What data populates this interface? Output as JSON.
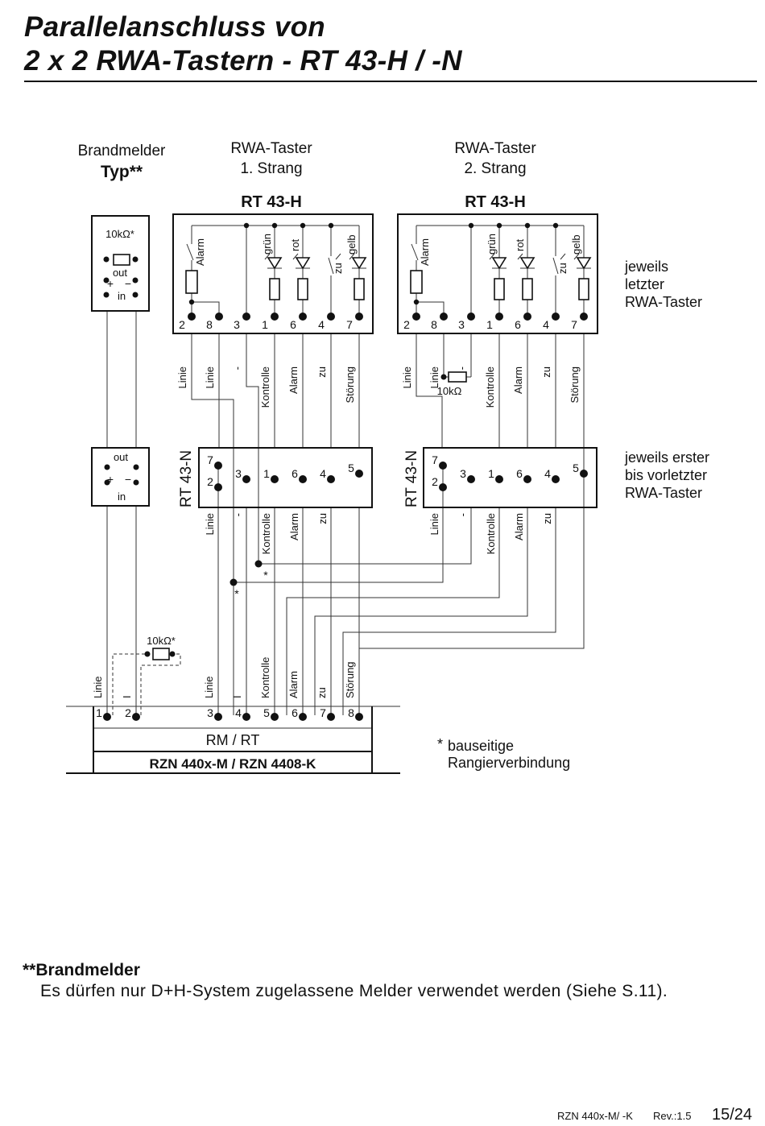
{
  "title": {
    "line1": "Parallelanschluss von",
    "line2": "2 x 2 RWA-Tastern - RT 43-H / -N"
  },
  "headers": {
    "detector": "Brandmelder",
    "detector_type": "Typ**",
    "strand1": "RWA-Taster",
    "strand1_sub": "1. Strang",
    "strand2": "RWA-Taster",
    "strand2_sub": "2. Strang",
    "model_h": "RT 43-H",
    "model_n": "RT 43-N"
  },
  "side_notes": {
    "last_1": "jeweils",
    "last_2": "letzter",
    "last_3": "RWA-Taster",
    "first_1": "jeweils erster",
    "first_2": "bis vorletzter",
    "first_3": "RWA-Taster"
  },
  "rt43h": {
    "terminals": [
      "2",
      "8",
      "3",
      "1",
      "6",
      "4",
      "7"
    ],
    "component_labels": [
      "Alarm",
      "grün",
      "rot",
      "zu",
      "gelb"
    ],
    "wire_labels": [
      "Linie",
      "Linie",
      "-",
      "Kontrolle",
      "Alarm",
      "zu",
      "Störung"
    ]
  },
  "rt43n": {
    "terminals": [
      "7",
      "2",
      "3",
      "1",
      "6",
      "4",
      "5"
    ],
    "wire_labels": [
      "Linie",
      "-",
      "Kontrolle",
      "Alarm",
      "zu"
    ]
  },
  "detector": {
    "resistor": "10kΩ*",
    "out": "out",
    "plus": "+",
    "minus": "−",
    "in": "in"
  },
  "resistor_10k": "10kΩ",
  "resistor_10k_star": "10kΩ*",
  "mark_star": "*",
  "controller": {
    "terminals": [
      "1",
      "2",
      "3",
      "4",
      "5",
      "6",
      "7",
      "8"
    ],
    "wire_labels": [
      "Linie",
      "I",
      "Linie",
      "I",
      "Kontrolle",
      "Alarm",
      "zu",
      "Störung"
    ],
    "label": "RM / RT",
    "model": "RZN 440x-M / RZN 4408-K"
  },
  "legend": {
    "mark": "*",
    "line1": "bauseitige",
    "line2": "Rangierverbindung"
  },
  "footnote": {
    "mark": "**",
    "heading": "Brandmelder",
    "text": "Es dürfen nur D+H-System zugelassene Melder verwendet werden (Siehe S.11)."
  },
  "footer": {
    "doc": "RZN 440x-M/ -K",
    "rev": "Rev.:1.5",
    "page": "15/24"
  }
}
